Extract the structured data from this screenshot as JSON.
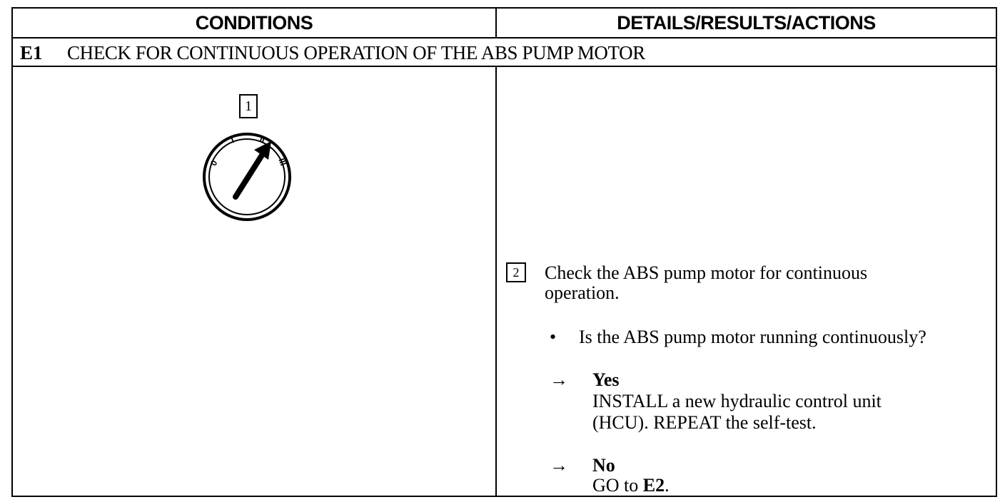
{
  "header": {
    "conditions": "CONDITIONS",
    "details": "DETAILS/RESULTS/ACTIONS"
  },
  "step": {
    "id": "E1",
    "title": "CHECK FOR CONTINUOUS OPERATION OF THE ABS PUMP MOTOR"
  },
  "condition_box_1": {
    "number": "1",
    "icon": "ignition-switch-icon",
    "positions": [
      "0",
      "I",
      "II",
      "III"
    ],
    "pointer_position": "II"
  },
  "details": {
    "box_number": "2",
    "instruction_line1": "Check the ABS pump motor for continuous",
    "instruction_line2": "operation.",
    "bullet": "•",
    "question": "Is the ABS pump motor running continuously?",
    "arrow": "→",
    "yes_label": "Yes",
    "yes_line1": "INSTALL a new hydraulic control unit",
    "yes_line2": "(HCU). REPEAT the self-test.",
    "no_label": "No",
    "no_prefix": "GO to ",
    "no_target": "E2",
    "no_suffix": "."
  }
}
